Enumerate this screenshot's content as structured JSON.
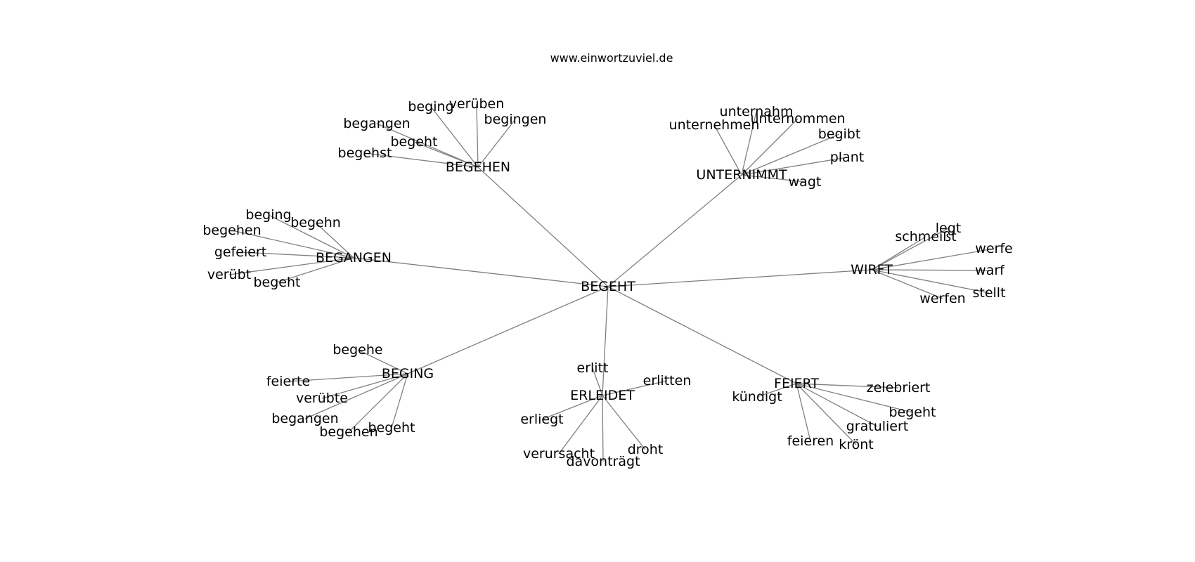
{
  "site_label": "www.einwortzuviel.de",
  "root": {
    "id": "root",
    "label": "BEGEHT"
  },
  "hubs": [
    {
      "id": "hub-begehen",
      "label": "BEGEHEN",
      "words": [
        "beging",
        "verüben",
        "begingen",
        "begangen",
        "begeht",
        "begehst"
      ]
    },
    {
      "id": "hub-unternimmt",
      "label": "UNTERNIMMT",
      "words": [
        "unternahm",
        "unternommen",
        "unternehmen",
        "begibt",
        "plant",
        "wagt"
      ]
    },
    {
      "id": "hub-begangen",
      "label": "BEGANGEN",
      "words": [
        "beging",
        "begehn",
        "begehen",
        "gefeiert",
        "verübt",
        "begeht"
      ]
    },
    {
      "id": "hub-wirft",
      "label": "WIRFT",
      "words": [
        "legt",
        "schmeißt",
        "werfe",
        "warf",
        "stellt",
        "werfen"
      ]
    },
    {
      "id": "hub-beging",
      "label": "BEGING",
      "words": [
        "begehe",
        "feierte",
        "verübte",
        "begangen",
        "begehen",
        "begeht"
      ]
    },
    {
      "id": "hub-erleidet",
      "label": "ERLEIDET",
      "words": [
        "erlitt",
        "erlitten",
        "erliegt",
        "verursacht",
        "davonträgt",
        "droht"
      ]
    },
    {
      "id": "hub-feiert",
      "label": "FEIERT",
      "words": [
        "zelebriert",
        "kündigt",
        "begeht",
        "gratuliert",
        "feieren",
        "krönt"
      ]
    }
  ]
}
